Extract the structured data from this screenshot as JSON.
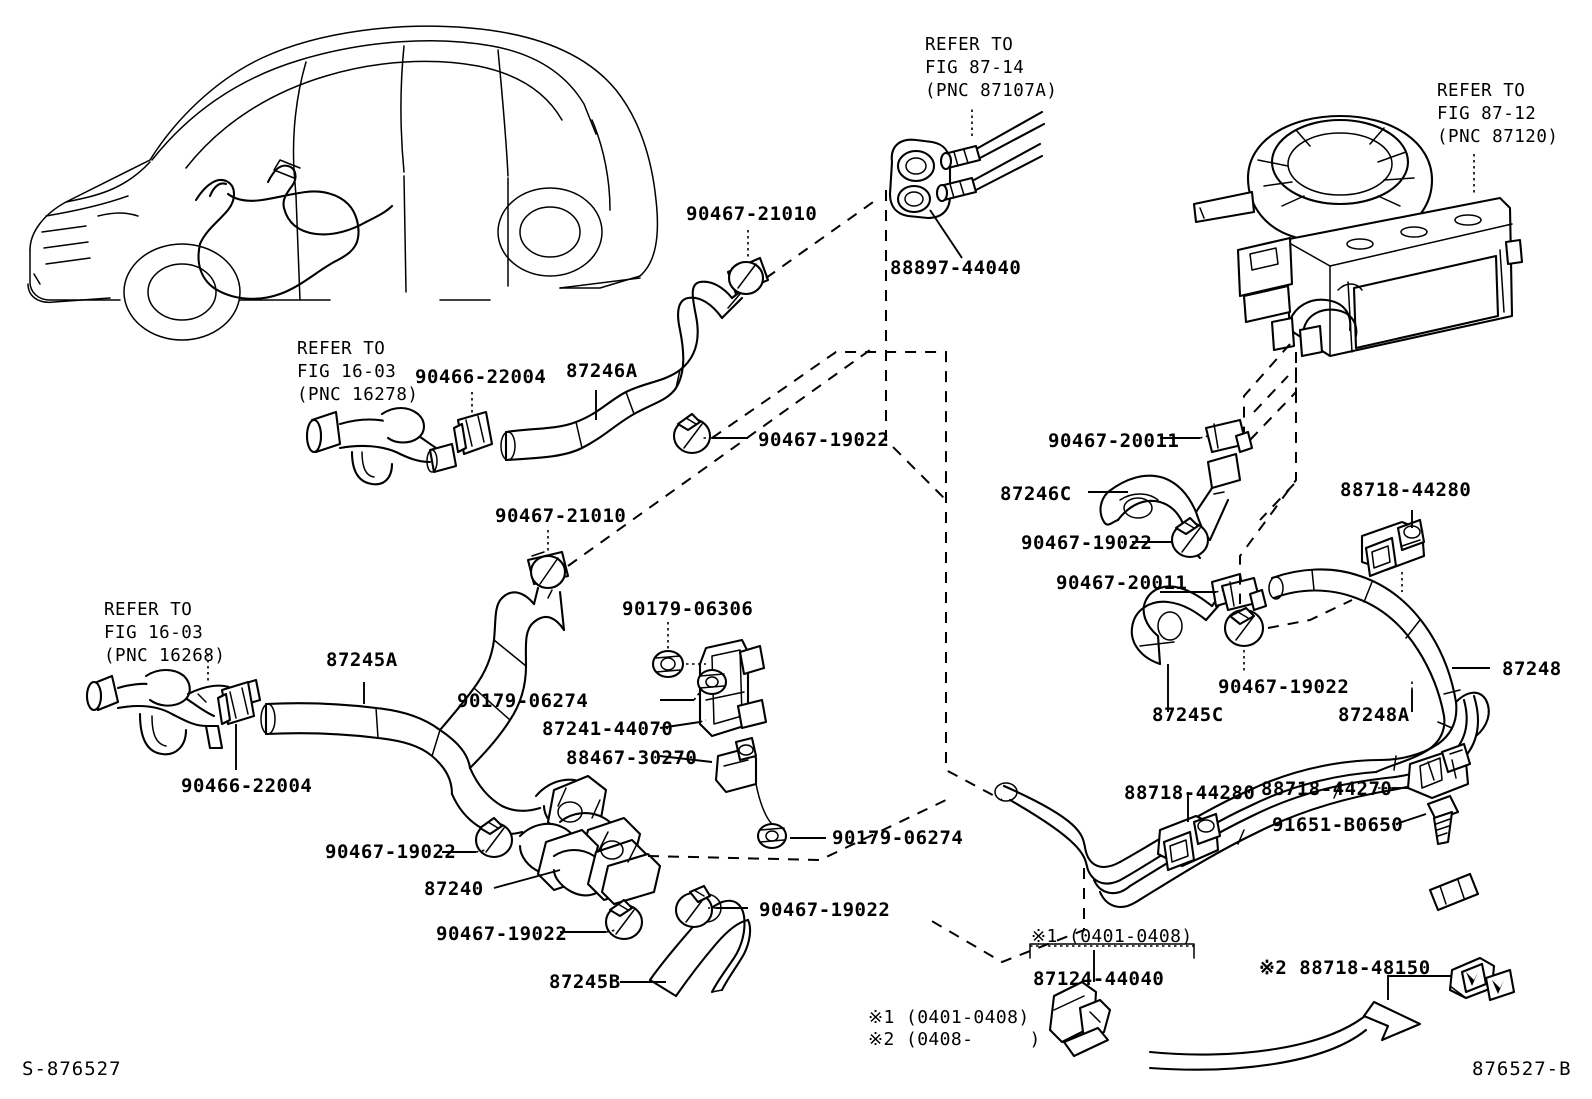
{
  "sheet": {
    "title": "Toyota heater water piping parts diagram",
    "footer_left": "S-876527",
    "footer_right": "876527-B",
    "background": "#ffffff",
    "line_color": "#000000"
  },
  "references": [
    {
      "id": "ref-87-14",
      "line1": "REFER TO",
      "line2": "FIG 87-14",
      "line3": "(PNC 87107A)"
    },
    {
      "id": "ref-87-12",
      "line1": "REFER TO",
      "line2": "FIG 87-12",
      "line3": "(PNC 87120)"
    },
    {
      "id": "ref-16-03-upper",
      "line1": "REFER TO",
      "line2": "FIG 16-03",
      "line3": "(PNC 16278)"
    },
    {
      "id": "ref-16-03-lower",
      "line1": "REFER TO",
      "line2": "FIG 16-03",
      "line3": "(PNC 16268)"
    }
  ],
  "part_labels": [
    {
      "id": "p-90467-21010-top",
      "text": "90467-21010"
    },
    {
      "id": "p-88897-44040",
      "text": "88897-44040"
    },
    {
      "id": "p-90466-22004-top",
      "text": "90466-22004"
    },
    {
      "id": "p-87246A",
      "text": "87246A"
    },
    {
      "id": "p-90467-19022-a",
      "text": "90467-19022"
    },
    {
      "id": "p-90467-21010-mid",
      "text": "90467-21010"
    },
    {
      "id": "p-87245A",
      "text": "87245A"
    },
    {
      "id": "p-90179-06306",
      "text": "90179-06306"
    },
    {
      "id": "p-90179-06274-a",
      "text": "90179-06274"
    },
    {
      "id": "p-87241-44070",
      "text": "87241-44070"
    },
    {
      "id": "p-88467-30270",
      "text": "88467-30270"
    },
    {
      "id": "p-90179-06274-b",
      "text": "90179-06274"
    },
    {
      "id": "p-90466-22004-low",
      "text": "90466-22004"
    },
    {
      "id": "p-90467-19022-b",
      "text": "90467-19022"
    },
    {
      "id": "p-87240",
      "text": "87240"
    },
    {
      "id": "p-90467-19022-c",
      "text": "90467-19022"
    },
    {
      "id": "p-87245B",
      "text": "87245B"
    },
    {
      "id": "p-90467-19022-d",
      "text": "90467-19022"
    },
    {
      "id": "p-90467-20011-a",
      "text": "90467-20011"
    },
    {
      "id": "p-87246C",
      "text": "87246C"
    },
    {
      "id": "p-90467-19022-e",
      "text": "90467-19022"
    },
    {
      "id": "p-90467-20011-b",
      "text": "90467-20011"
    },
    {
      "id": "p-90467-19022-f",
      "text": "90467-19022"
    },
    {
      "id": "p-87245C",
      "text": "87245C"
    },
    {
      "id": "p-88718-44280-a",
      "text": "88718-44280"
    },
    {
      "id": "p-87248",
      "text": "87248"
    },
    {
      "id": "p-87248A",
      "text": "87248A"
    },
    {
      "id": "p-88718-44280-b",
      "text": "88718-44280"
    },
    {
      "id": "p-88718-44270",
      "text": "88718-44270"
    },
    {
      "id": "p-91651-B0650",
      "text": "91651-B0650"
    },
    {
      "id": "p-87124-44040",
      "text": "87124-44040"
    }
  ],
  "notes": {
    "bracket_note": "※1 (0401-0408)",
    "legend_line1": "※1 (0401-0408)",
    "legend_line2": "※2 (0408-     )",
    "arrow_note": "※2 88718-48150"
  }
}
